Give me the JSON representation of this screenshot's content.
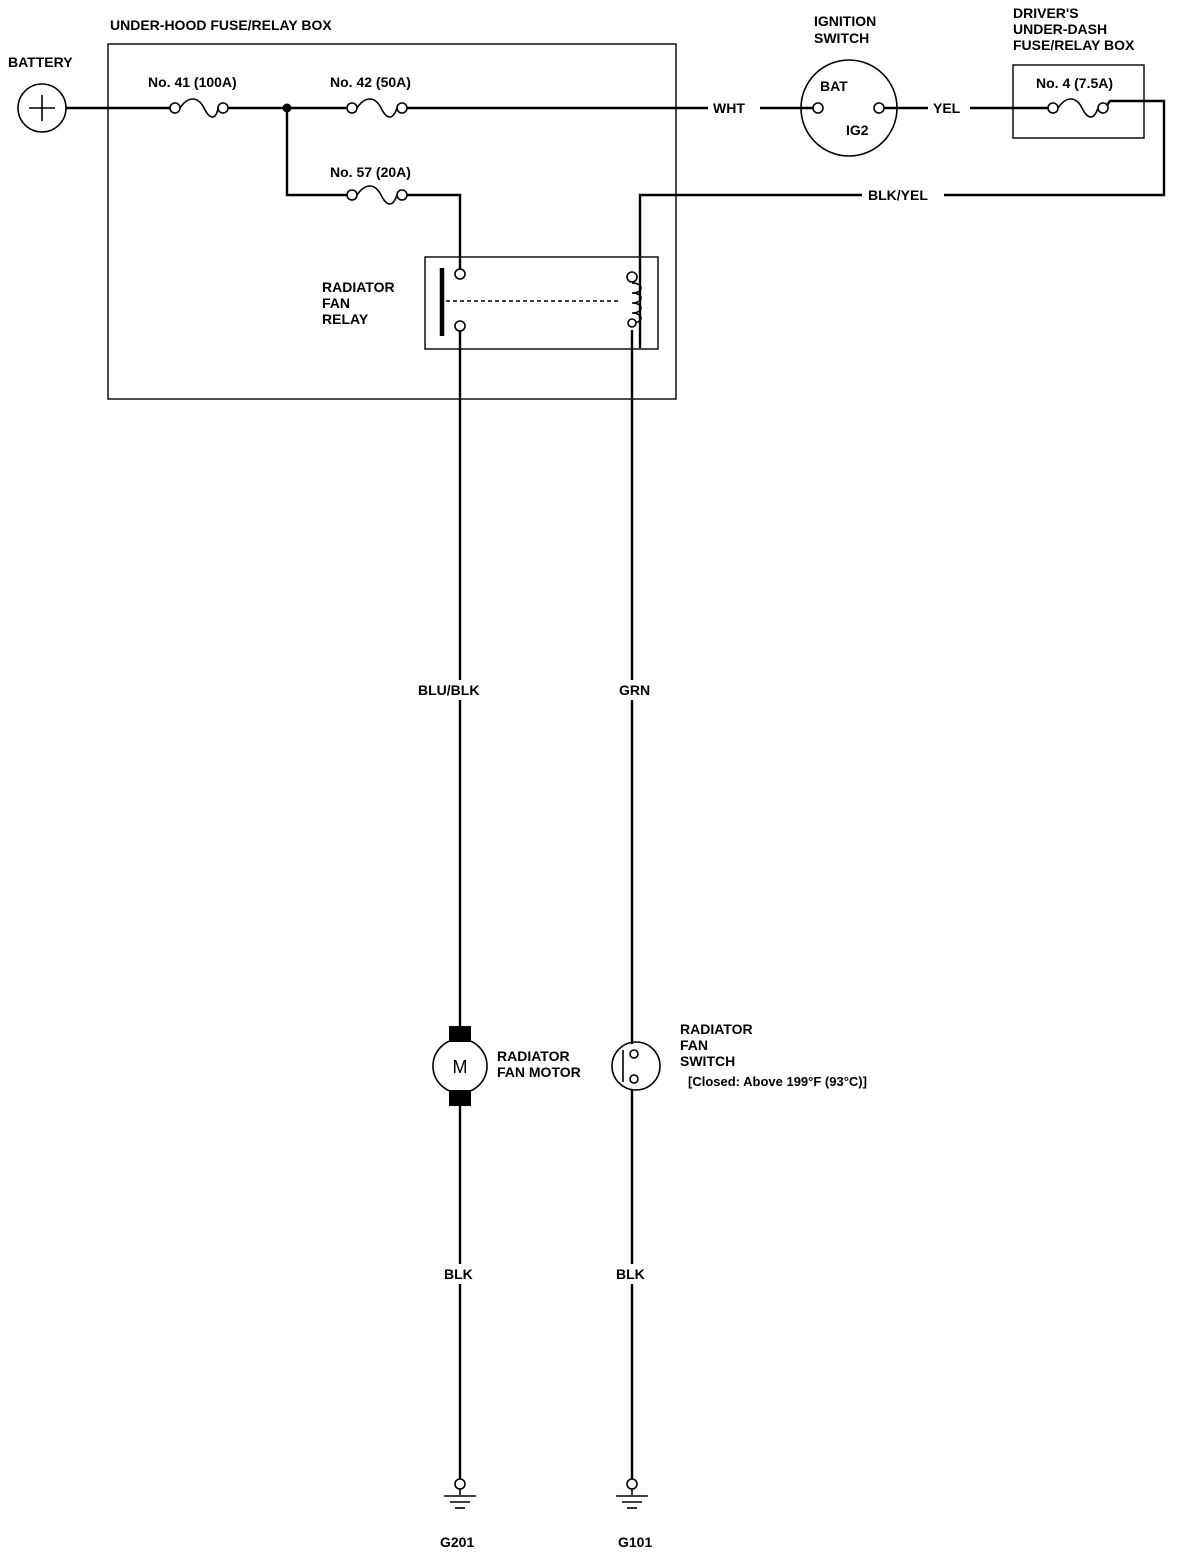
{
  "labels": {
    "battery": "BATTERY",
    "underhood_box": "UNDER-HOOD FUSE/RELAY BOX",
    "fuse41": "No. 41 (100A)",
    "fuse42": "No. 42 (50A)",
    "fuse57": "No. 57 (20A)",
    "relay_l1": "RADIATOR",
    "relay_l2": "FAN",
    "relay_l3": "RELAY",
    "ign_l1": "IGNITION",
    "ign_l2": "SWITCH",
    "ign_bat": "BAT",
    "ign_ig2": "IG2",
    "dash_l1": "DRIVER'S",
    "dash_l2": "UNDER-DASH",
    "dash_l3": "FUSE/RELAY BOX",
    "fuse4": "No. 4 (7.5A)",
    "motor_l1": "RADIATOR",
    "motor_l2": "FAN MOTOR",
    "motor_symbol": "M",
    "switch_l1": "RADIATOR",
    "switch_l2": "FAN",
    "switch_l3": "SWITCH",
    "switch_note": "[Closed: Above 199°F (93°C)]",
    "ground_left": "G201",
    "ground_right": "G101"
  },
  "wires": {
    "wht": "WHT",
    "yel": "YEL",
    "blk_yel": "BLK/YEL",
    "blu_blk": "BLU/BLK",
    "grn": "GRN",
    "blk_left": "BLK",
    "blk_right": "BLK"
  }
}
